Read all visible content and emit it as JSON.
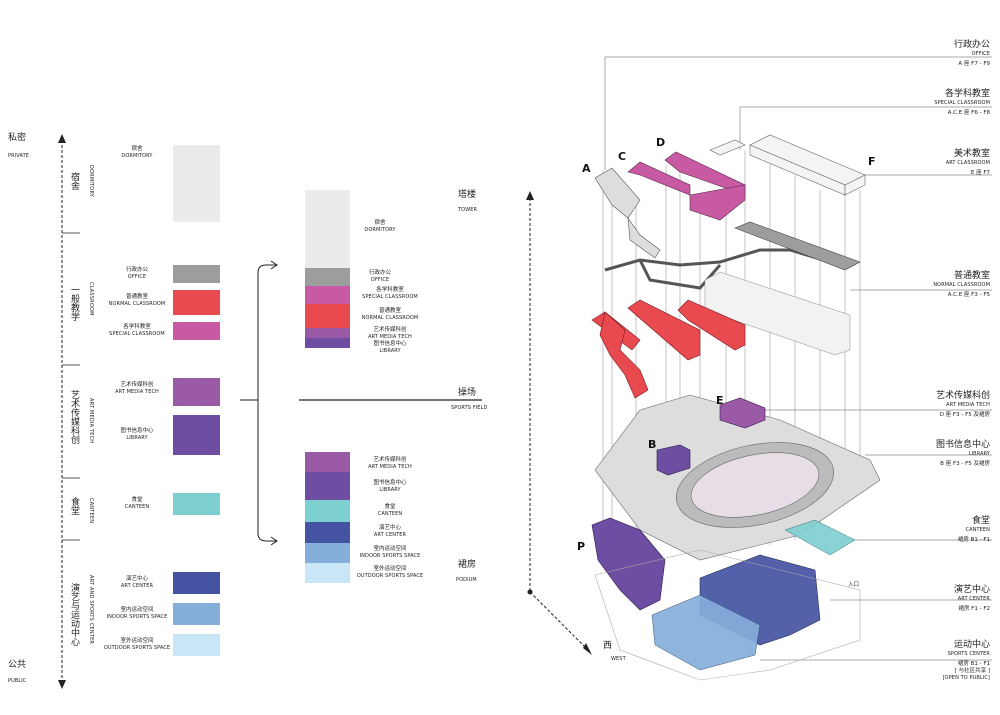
{
  "axis": {
    "top_zh": "私密",
    "top_en": "PRIVATE",
    "bottom_zh": "公共",
    "bottom_en": "PUBLIC"
  },
  "categories": [
    {
      "zh": "宿舍",
      "en": "DORMITORY"
    },
    {
      "zh": "一般教学",
      "en": "CLASSROOM"
    },
    {
      "zh": "艺术传媒科创",
      "en": "ART MEDIA TECH"
    },
    {
      "zh": "食堂",
      "en": "CANTEEN"
    },
    {
      "zh": "演艺与运动中心",
      "en": "ART AND SPORTS CENTER"
    }
  ],
  "functions": [
    {
      "zh": "宿舍",
      "en": "DORMITORY",
      "color": "#ebebeb"
    },
    {
      "zh": "行政办公",
      "en": "OFFICE",
      "color": "#9d9d9d"
    },
    {
      "zh": "普通教室",
      "en": "NORMAL CLASSROOM",
      "color": "#e94a4f"
    },
    {
      "zh": "各学科教室",
      "en": "SPECIAL CLASSROOM",
      "color": "#c85aa4"
    },
    {
      "zh": "艺术传媒科创",
      "en": "ART MEDIA TECH",
      "color": "#9a5aa6"
    },
    {
      "zh": "图书信息中心",
      "en": "LIBRARY",
      "color": "#6e4ea3"
    },
    {
      "zh": "食堂",
      "en": "CANTEEN",
      "color": "#7ecfd0"
    },
    {
      "zh": "演艺中心",
      "en": "ART CENTER",
      "color": "#4553a3"
    },
    {
      "zh": "室内运动空间",
      "en": "INDOOR SPORTS SPACE",
      "color": "#86aedb"
    },
    {
      "zh": "室外运动空间",
      "en": "OUTDOOR SPORTS SPACE",
      "color": "#c9e6f6"
    }
  ],
  "middle": {
    "tower_zh": "塔楼",
    "tower_en": "TOWER",
    "field_zh": "操场",
    "field_en": "SPORTS FIELD",
    "podium_zh": "裙房",
    "podium_en": "PODIUM"
  },
  "diagram": {
    "letters": [
      "A",
      "C",
      "D",
      "F",
      "E",
      "B",
      "P"
    ],
    "west_zh": "西",
    "west_en": "WEST",
    "entrance_label": "入口"
  },
  "right_labels": [
    {
      "zh": "行政办公",
      "en": "OFFICE",
      "loc": "A 座 F7 - F9"
    },
    {
      "zh": "各学科教室",
      "en": "SPECIAL CLASSROOM",
      "loc": "A.C.E 座 F6 - F8"
    },
    {
      "zh": "美术教室",
      "en": "ART CLASSROOM",
      "loc": "E 座 F7"
    },
    {
      "zh": "普通教室",
      "en": "NORMAL CLASSROOM",
      "loc": "A.C.E 座 F3 - F5"
    },
    {
      "zh": "艺术传媒科创",
      "en": "ART MEDIA TECH",
      "loc": "D 座 F3 - F5 及裙房"
    },
    {
      "zh": "图书信息中心",
      "en": "LIBRARY",
      "loc": "B 座 F3 - F5 及裙房"
    },
    {
      "zh": "食堂",
      "en": "CANTEEN",
      "loc": "裙房 B1 - F1"
    },
    {
      "zh": "演艺中心",
      "en": "ART CENTER",
      "loc": "裙房 F1 - F2"
    },
    {
      "zh": "运动中心",
      "en": "SPORTS CENTER",
      "loc": "裙房 B1 - F1",
      "extra": "[ 与社区共享 ]",
      "extra_en": "[OPEN TO PUBLIC]"
    }
  ]
}
